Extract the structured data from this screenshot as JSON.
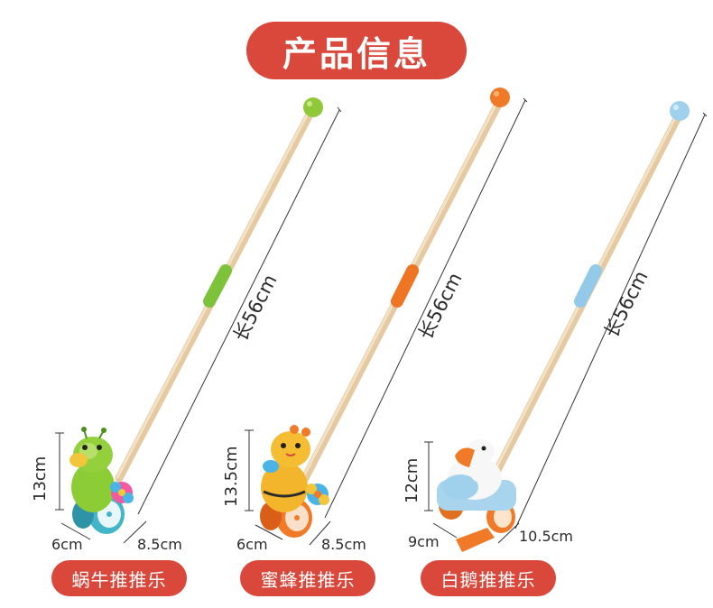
{
  "title": "产品信息",
  "products": [
    {
      "name": "蜗牛推推乐",
      "color_ball": "#8fc93a",
      "color_grip": "#7cc23a",
      "height": "13cm",
      "depth": "6cm",
      "width": "8.5cm",
      "length": "长56cm"
    },
    {
      "name": "蜜蜂推推乐",
      "color_ball": "#f07a28",
      "color_grip": "#ef7424",
      "height": "13.5cm",
      "depth": "6cm",
      "width": "8.5cm",
      "length": "长56cm"
    },
    {
      "name": "白鹅推推乐",
      "color_ball": "#9fd0ec",
      "color_grip": "#93c9e9",
      "height": "12cm",
      "depth": "9cm",
      "width": "10.5cm",
      "length": "长56cm"
    }
  ]
}
